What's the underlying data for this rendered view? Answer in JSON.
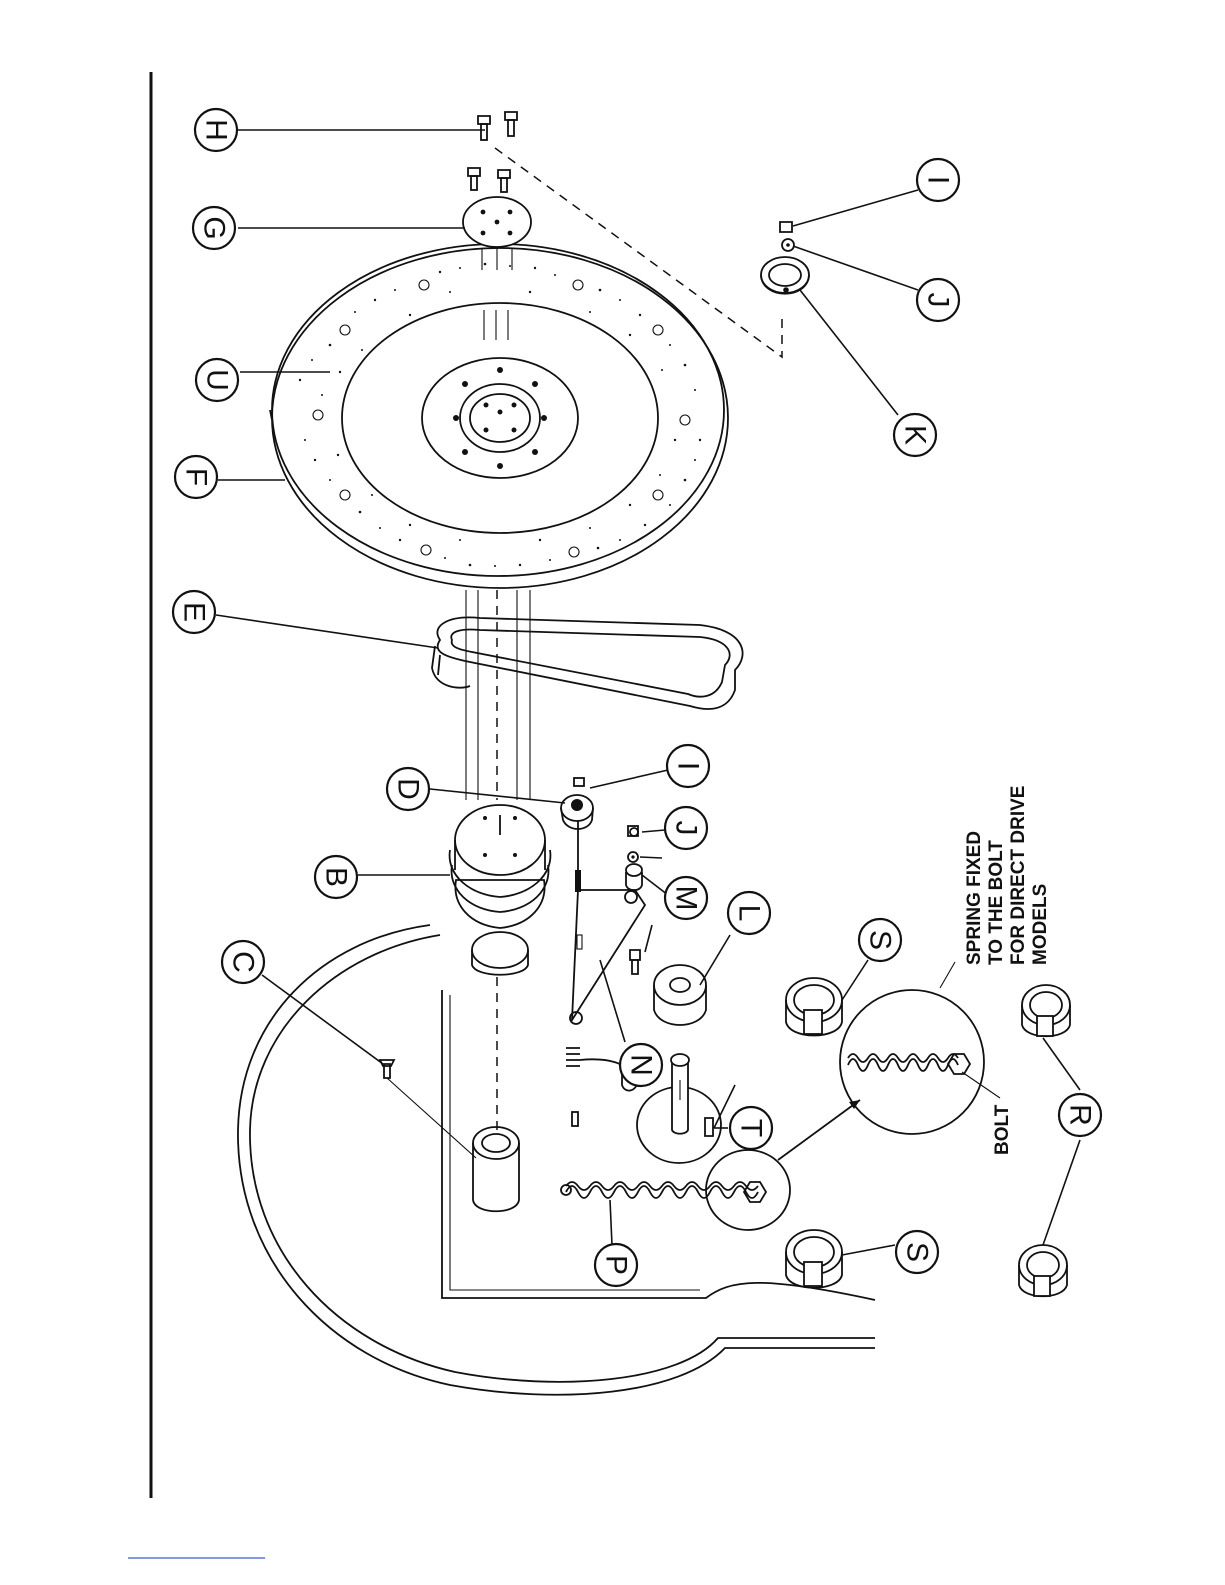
{
  "callouts": [
    {
      "id": "H",
      "letter": "H"
    },
    {
      "id": "G",
      "letter": "G"
    },
    {
      "id": "U",
      "letter": "U"
    },
    {
      "id": "F",
      "letter": "F"
    },
    {
      "id": "E",
      "letter": "E"
    },
    {
      "id": "D",
      "letter": "D"
    },
    {
      "id": "B",
      "letter": "B"
    },
    {
      "id": "C",
      "letter": "C"
    },
    {
      "id": "I1",
      "letter": "I"
    },
    {
      "id": "J1",
      "letter": "J"
    },
    {
      "id": "M",
      "letter": "M"
    },
    {
      "id": "L",
      "letter": "L"
    },
    {
      "id": "N",
      "letter": "N"
    },
    {
      "id": "S1",
      "letter": "S"
    },
    {
      "id": "T",
      "letter": "T"
    },
    {
      "id": "P",
      "letter": "P"
    },
    {
      "id": "S2",
      "letter": "S"
    },
    {
      "id": "R",
      "letter": "R"
    },
    {
      "id": "I2",
      "letter": "I"
    },
    {
      "id": "J2",
      "letter": "J"
    },
    {
      "id": "K",
      "letter": "K"
    }
  ],
  "notes": {
    "spring_line1": "SPRING FIXED",
    "spring_line2": "TO THE BOLT",
    "spring_line3": "FOR DIRECT DRIVE",
    "spring_line4": "MODELS",
    "bolt": "BOLT"
  }
}
